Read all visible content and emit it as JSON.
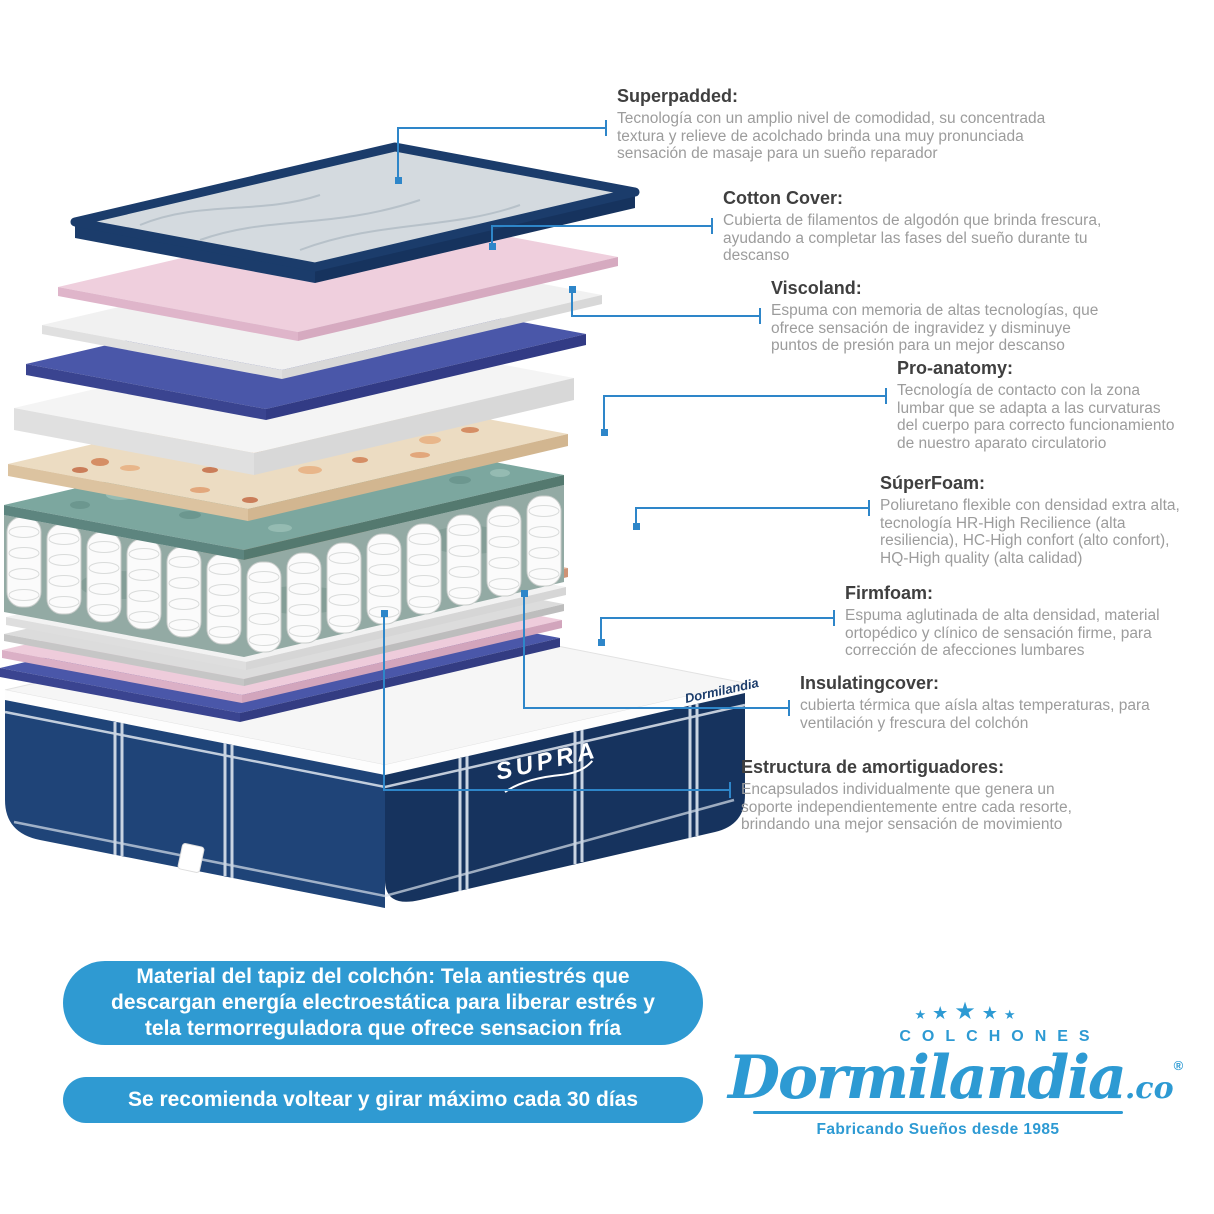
{
  "callouts": [
    {
      "id": "superpadded",
      "title": "Superpadded:",
      "body": "Tecnología con un amplio nivel de comodidad, su concentrada textura y relieve de acolchado brinda una muy pronunciada sensación de masaje para un sueño reparador"
    },
    {
      "id": "cotton-cover",
      "title": "Cotton Cover:",
      "body": "Cubierta de filamentos de algodón que brinda frescura, ayudando a completar las fases del sueño durante tu descanso"
    },
    {
      "id": "viscoland",
      "title": "Viscoland:",
      "body": "Espuma con memoria de altas tecnologías, que ofrece sensación de ingravidez y disminuye puntos de presión para un mejor descanso"
    },
    {
      "id": "pro-anatomy",
      "title": "Pro-anatomy:",
      "body": "Tecnología de contacto con la zona lumbar que se adapta a las curvaturas del cuerpo para correcto funcionamiento de nuestro aparato circulatorio"
    },
    {
      "id": "superfoam",
      "title": "SúperFoam:",
      "body": "Poliuretano flexible con densidad extra alta, tecnología HR-High Recilience (alta resiliencia), HC-High confort (alto confort), HQ-High quality (alta calidad)"
    },
    {
      "id": "firmfoam",
      "title": "Firmfoam:",
      "body": "Espuma aglutinada de alta densidad, material ortopédico y clínico de sensación firme, para corrección de afecciones lumbares"
    },
    {
      "id": "insulatingcover",
      "title": "Insulatingcover:",
      "body": "cubierta térmica que aísla altas temperaturas, para ventilación y frescura del colchón"
    },
    {
      "id": "estructura",
      "title": "Estructura de amortiguadores:",
      "body": "Encapsulados individualmente que genera un soporte independientemente entre cada resorte, brindando una mejor sensación de movimiento"
    }
  ],
  "banners": {
    "material": "Material del tapiz del colchón: Tela antiestrés que descargan energía electroestática para liberar estrés y tela termorreguladora que ofrece sensacion fría",
    "recommendation": "Se recomienda voltear y girar máximo cada 30 días"
  },
  "brand": {
    "category": "COLCHONES",
    "name": "Dormilandia",
    "suffix": ".co",
    "registered": "®",
    "tagline": "Fabricando Sueños desde 1985",
    "star_icon": "★"
  },
  "mattress": {
    "front_label": "SUPRA",
    "band_label": "Dormilandia"
  },
  "colors": {
    "connector_blue": "#2e86c9",
    "banner_blue": "#2f9ad2",
    "brand_blue": "#2d9ad3",
    "navy": "#1b3c6b"
  }
}
